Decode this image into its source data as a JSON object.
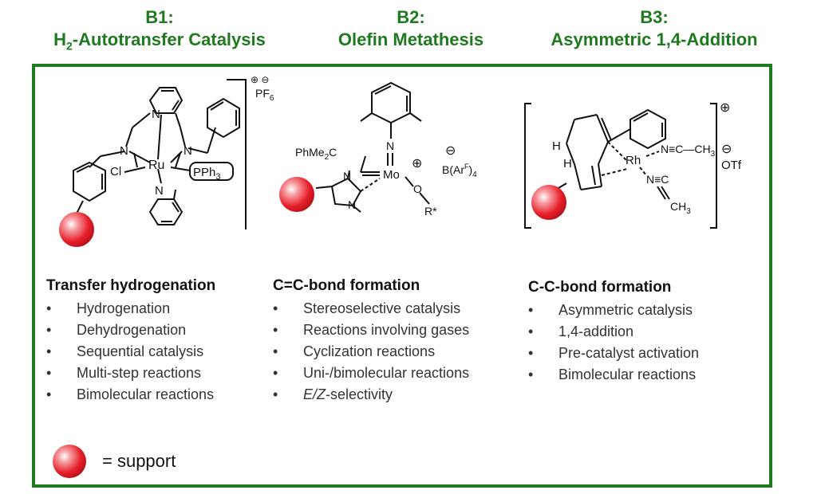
{
  "headers": [
    {
      "code": "B1:",
      "title_main": "H",
      "title_sub": "2",
      "title_rest": "-Autotransfer  Catalysis"
    },
    {
      "code": "B2:",
      "title": "Olefin  Metathesis"
    },
    {
      "code": "B3:",
      "title": "Asymmetric 1,4-Addition"
    }
  ],
  "structure_b1": {
    "ru": "Ru",
    "n": "N",
    "cl": "Cl",
    "pph3_main": "PPh",
    "pph3_sub": "3",
    "charge": "⊕ ⊖",
    "pf6_main": "PF",
    "pf6_sub": "6"
  },
  "structure_b2": {
    "phme2c_a": "PhMe",
    "phme2c_sub": "2",
    "phme2c_b": "C",
    "mo": "Mo",
    "n": "N",
    "o": "O",
    "r_star": "R*",
    "plus": "⊕",
    "minus": "⊖",
    "barf_a": "B(Ar",
    "barf_sup": "F",
    "barf_b": ")",
    "barf_sub": "4"
  },
  "structure_b3": {
    "h": "H",
    "rh": "Rh",
    "nc_top_a": "N≡C—CH",
    "nc_top_sub": "3",
    "nc_bot_a": "N≡C",
    "ch3_main": "CH",
    "ch3_sub": "3",
    "plus": "⊕",
    "minus": "⊖",
    "otf": "OTf"
  },
  "sections": [
    {
      "heading": "Transfer hydrogenation",
      "items": [
        "Hydrogenation",
        "Dehydrogenation",
        "Sequential catalysis",
        "Multi-step reactions",
        "Bimolecular reactions"
      ]
    },
    {
      "heading": "C=C-bond formation",
      "items": [
        "Stereoselective catalysis",
        "Reactions involving gases",
        "Cyclization reactions",
        "Uni-/bimolecular reactions"
      ],
      "last_item_em": "E/Z",
      "last_item_rest": "-selectivity"
    },
    {
      "heading": "C-C-bond formation",
      "items": [
        "Asymmetric catalysis",
        "1,4-addition",
        "Pre-catalyst activation",
        "Bimolecular reactions"
      ]
    }
  ],
  "bullet": "•",
  "legend": {
    "label": "= support"
  },
  "colors": {
    "accent_green": "#1f7a1f",
    "heteroatom_red": "#cc0000",
    "support_sphere": "#e8202a"
  }
}
